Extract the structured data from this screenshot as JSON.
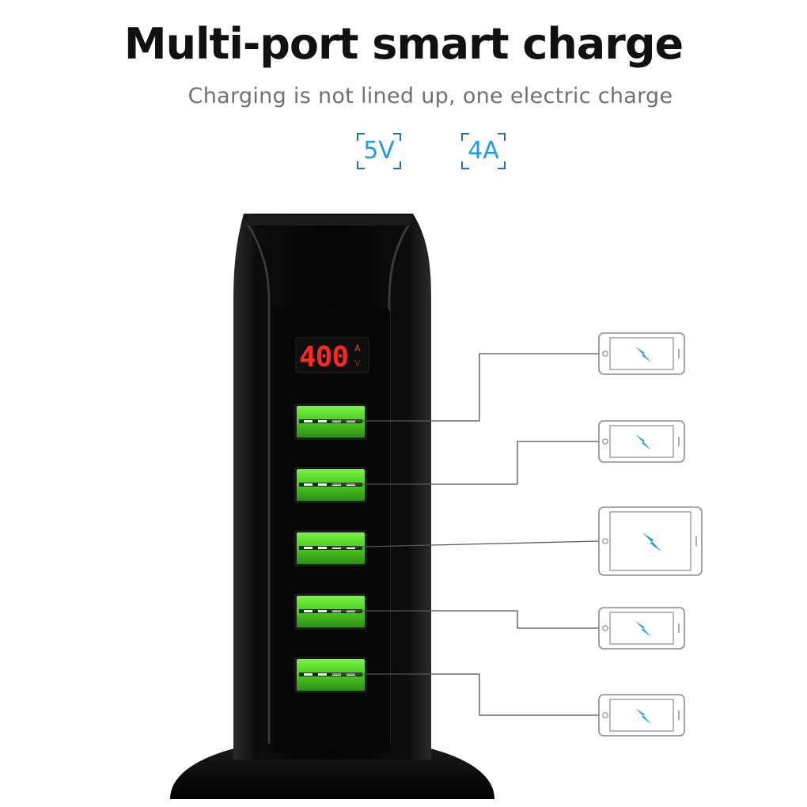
{
  "headline": "Multi-port smart charge",
  "subheadline": "Charging is not lined up, one electric charge",
  "specs": {
    "voltage": "5V",
    "current": "4A"
  },
  "display": {
    "reading": "400",
    "unit_top": "A",
    "unit_bottom": "V"
  },
  "colors": {
    "accent_blue": "#1e9be3",
    "port_green": "#5fe22d",
    "led_red": "#ff2a1f",
    "charger_body": "#0b0b0b"
  },
  "devices": [
    {
      "icon": "phone-icon",
      "type": "phone"
    },
    {
      "icon": "phone-icon",
      "type": "phone"
    },
    {
      "icon": "tablet-icon",
      "type": "tablet"
    },
    {
      "icon": "phone-icon",
      "type": "phone"
    },
    {
      "icon": "phone-icon",
      "type": "phone"
    }
  ]
}
